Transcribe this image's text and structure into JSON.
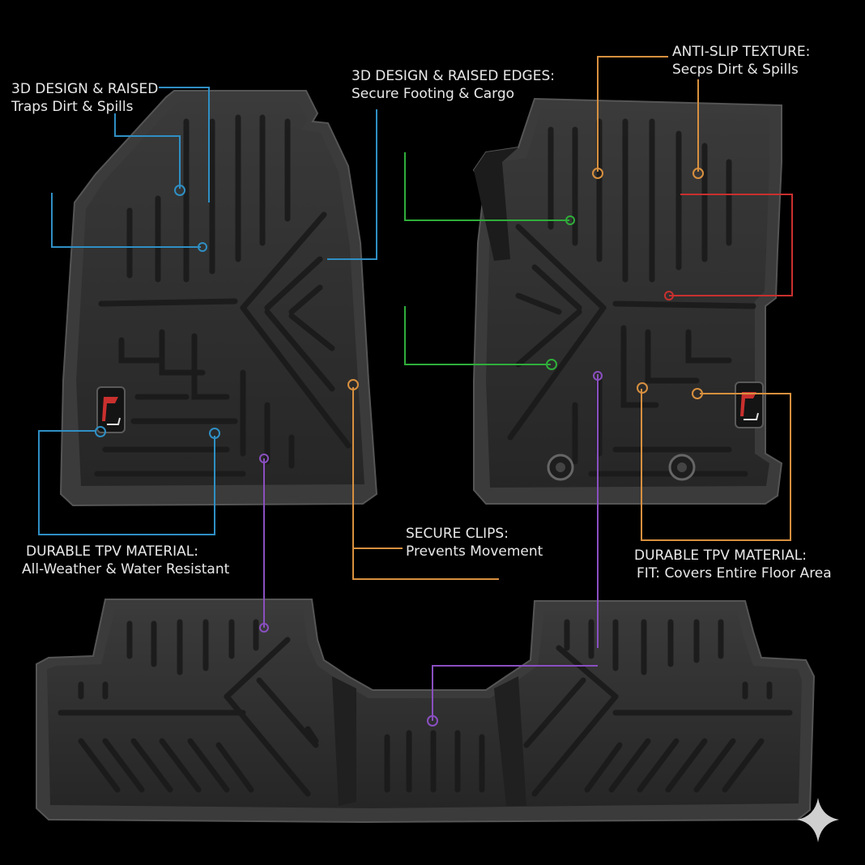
{
  "callouts": {
    "top_left": {
      "title": "3D DESIGN & RAISED",
      "subtitle": "Traps Dirt & Spills"
    },
    "top_center": {
      "title": "3D DESIGN & RAISED EDGES:",
      "subtitle": "Secure Footing & Cargo"
    },
    "top_right": {
      "title": "ANTI-SLIP TEXTURE:",
      "subtitle": "Secps Dirt & Spills"
    },
    "bottom_left": {
      "title": "DURABLE TPV MATERIAL:",
      "subtitle": "All-Weather & Water Resistant"
    },
    "bottom_center": {
      "title": "SECURE CLIPS:",
      "subtitle": "Prevents Movement"
    },
    "bottom_right": {
      "title": "DURABLE TPV MATERIAL:",
      "subtitle": "FIT: Covers Entire Floor Area"
    }
  },
  "colors": {
    "background": "#000000",
    "mat": "#2b2b2b",
    "mat_edge": "#4a4a4a",
    "blue": "#2f8fc4",
    "orange": "#d8903f",
    "green": "#2fae3a",
    "red": "#c9302e",
    "purple": "#8a4fc0",
    "text": "#e9e9e9"
  },
  "icons": [
    "brand-logo-icon",
    "sparkle-icon"
  ]
}
